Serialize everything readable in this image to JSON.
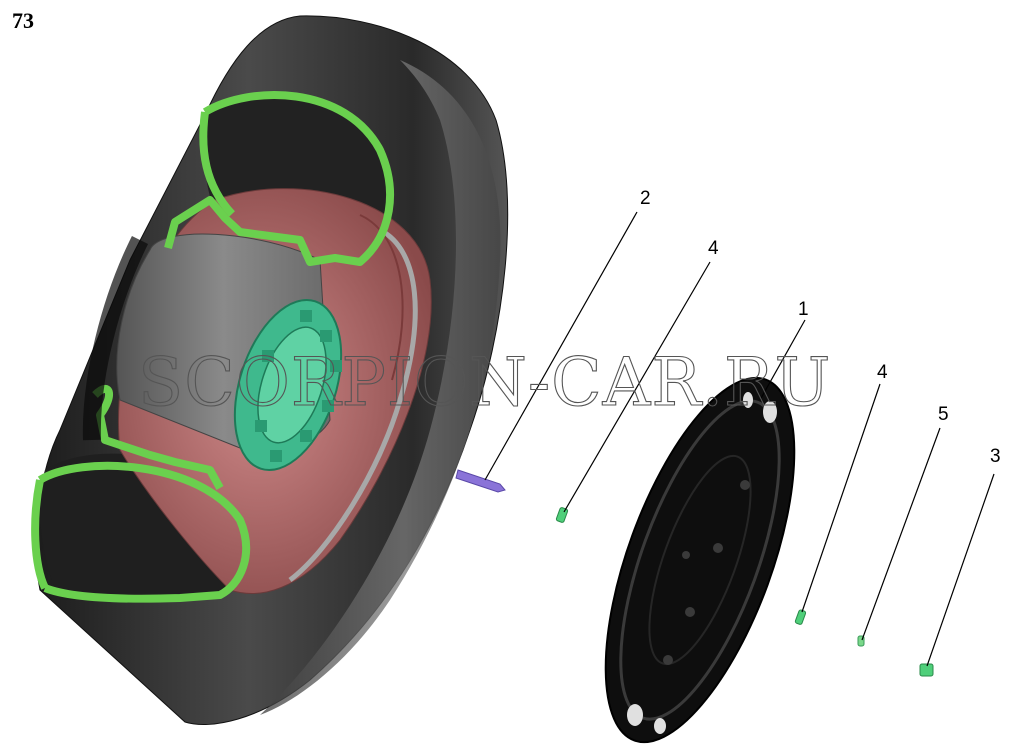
{
  "page_number": "73",
  "watermark": "SCORPION-CAR.RU",
  "callouts": [
    {
      "id": "2",
      "label": "2"
    },
    {
      "id": "4a",
      "label": "4"
    },
    {
      "id": "1",
      "label": "1"
    },
    {
      "id": "4b",
      "label": "4"
    },
    {
      "id": "5",
      "label": "5"
    },
    {
      "id": "3",
      "label": "3"
    }
  ],
  "colors": {
    "tire": "#3a3a3a",
    "tire_section": "#6ad04e",
    "rim": "#b96a6a",
    "hub": "#3fb98d",
    "hubcap": "#111111",
    "valve": "#8a73d8",
    "small_part": "#4fcf7a"
  }
}
